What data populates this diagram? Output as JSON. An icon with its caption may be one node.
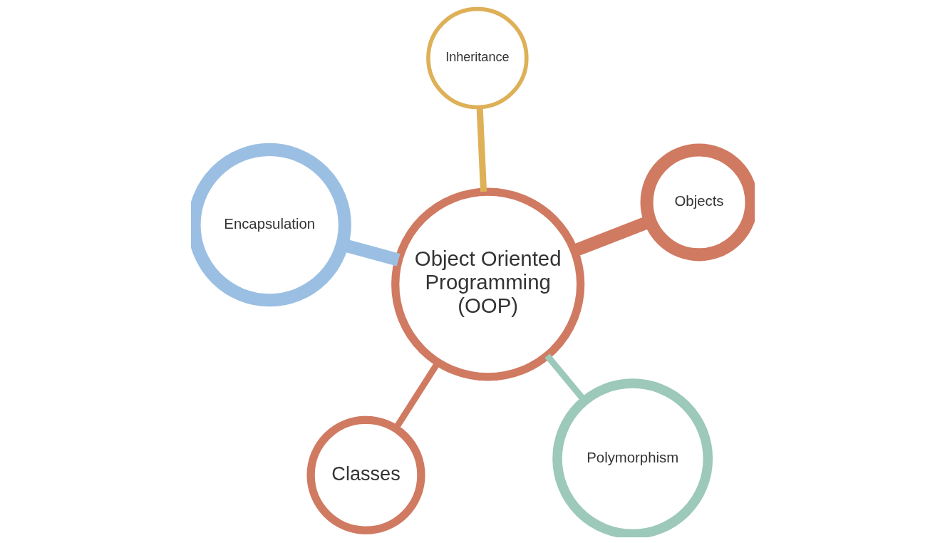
{
  "diagram": {
    "nodes": [
      {
        "text": [
          "Object Oriented Programming (OOP)"
        ]
      },
      {
        "text": [
          "Polymorphism"
        ]
      },
      {
        "text": [
          "Classes"
        ]
      },
      {
        "text": [
          "Encapsulation"
        ]
      },
      {
        "text": [
          "Objects"
        ]
      },
      {
        "text": [
          "Inheritance"
        ]
      }
    ],
    "edges": [
      {
        "from": 0,
        "to": 1,
        "arrow": "none",
        "color": "#9cc9b9"
      },
      {
        "from": 0,
        "to": 2,
        "arrow": "none",
        "color": "#d07a62"
      },
      {
        "from": 0,
        "to": 3,
        "arrow": "none",
        "style": "thick",
        "color": "#9bbfe3"
      },
      {
        "from": 0,
        "to": 4,
        "arrow": "none",
        "style": "thick",
        "color": "#d07a62"
      },
      {
        "from": 0,
        "to": 5,
        "arrow": "none",
        "color": "#deb057"
      }
    ]
  }
}
